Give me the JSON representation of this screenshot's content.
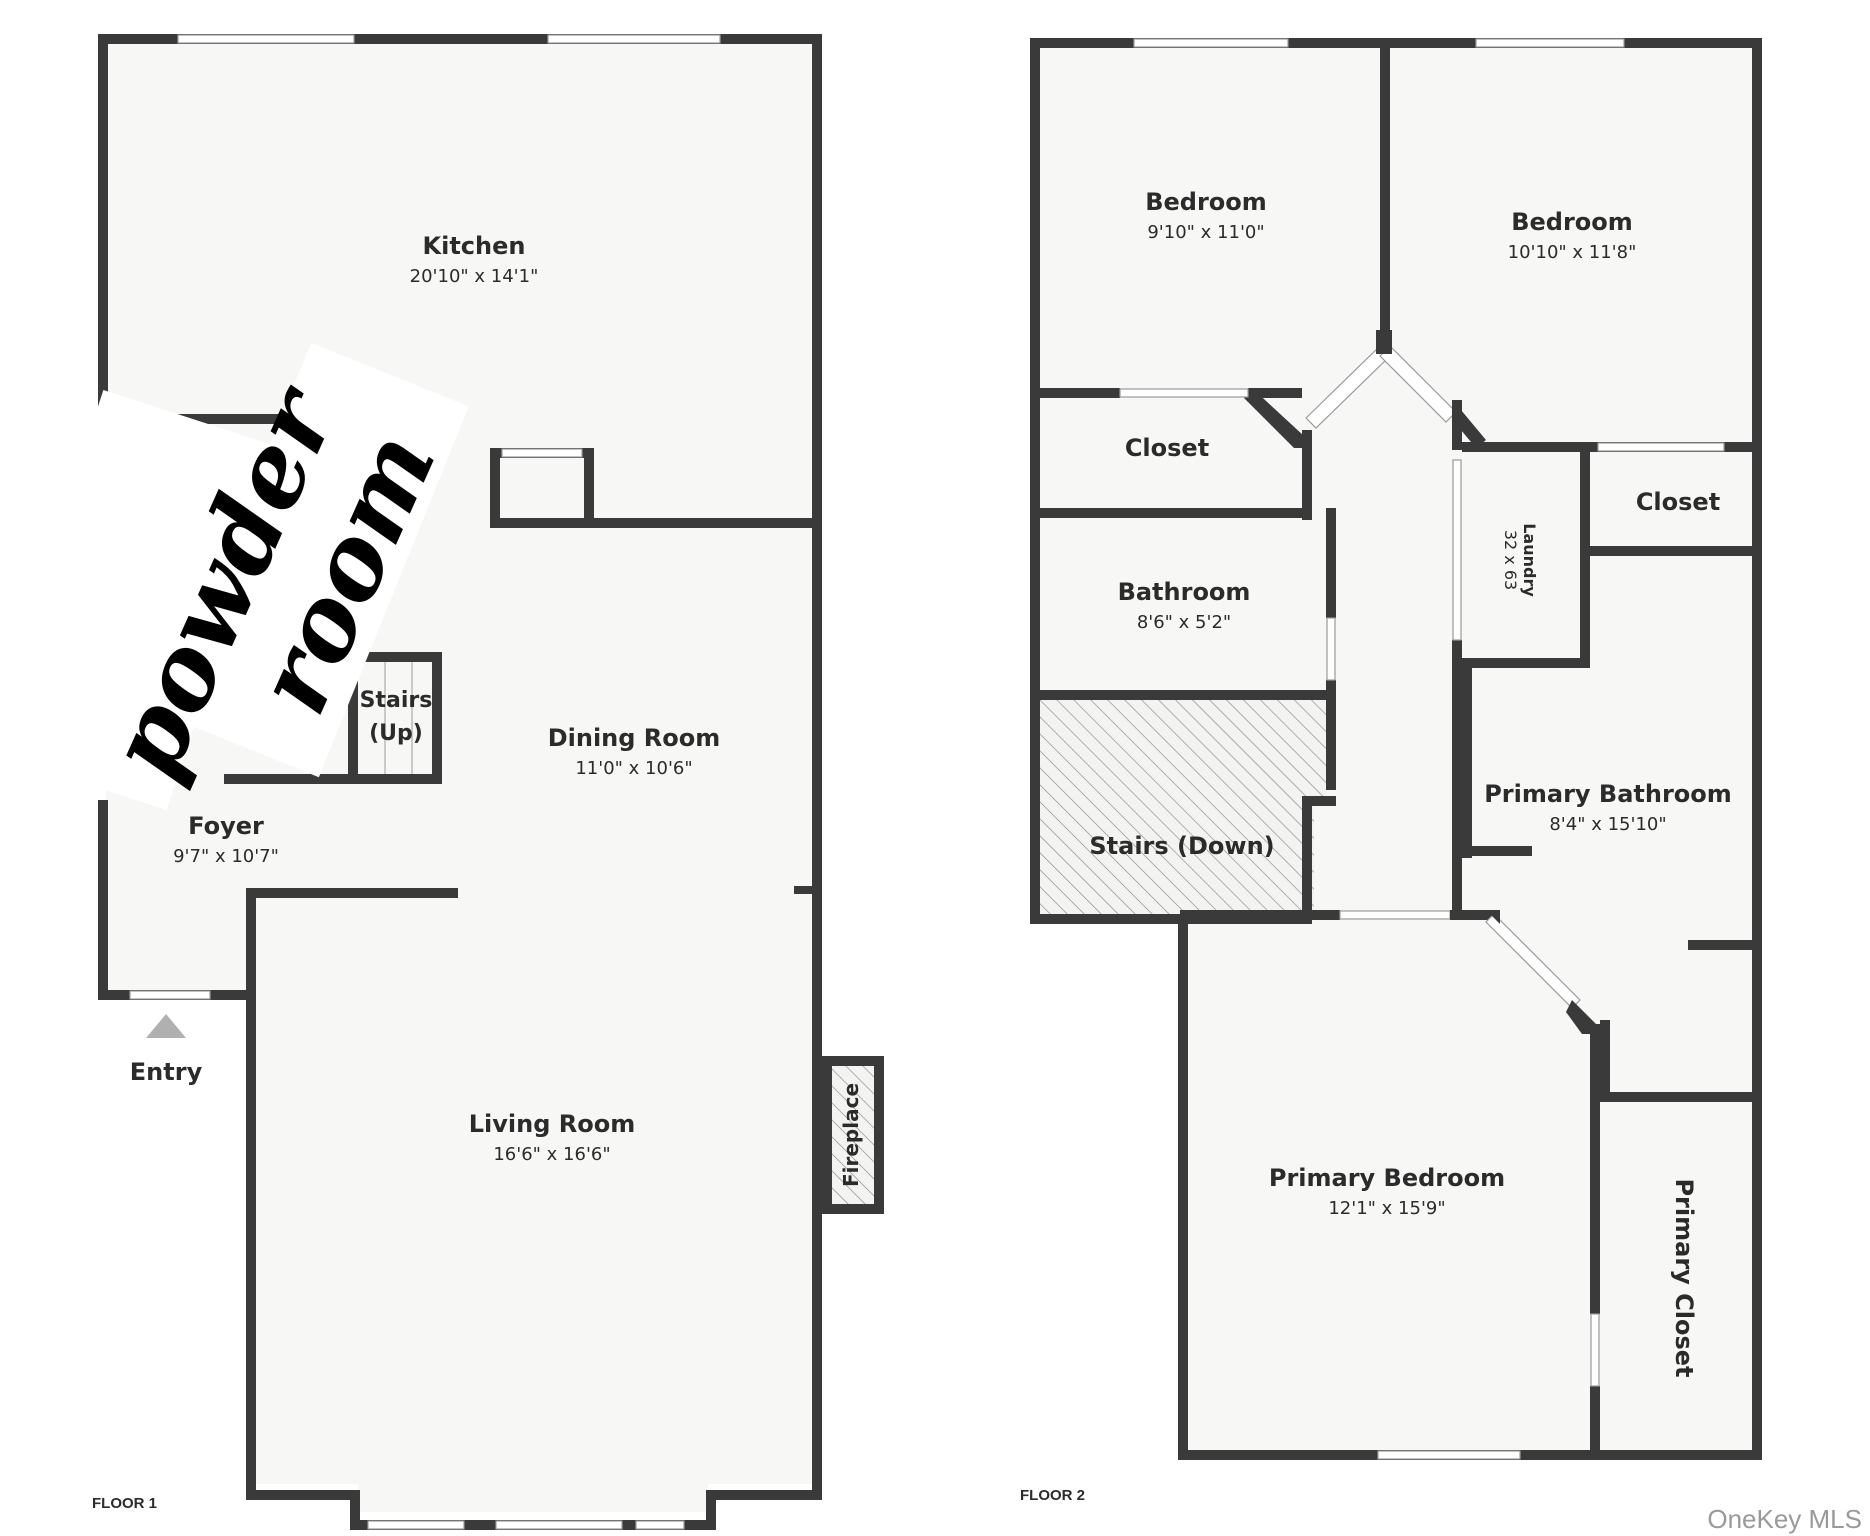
{
  "floor1": {
    "label": "FLOOR 1",
    "rooms": [
      {
        "name": "Kitchen",
        "dims": "20'10\" x 14'1\""
      },
      {
        "name": "Dining Room",
        "dims": "11'0\" x 10'6\""
      },
      {
        "name": "Foyer",
        "dims": "9'7\" x 10'7\""
      },
      {
        "name": "Living Room",
        "dims": "16'6\" x 16'6\""
      }
    ],
    "stairs": {
      "line1": "Stairs",
      "line2": "(Up)"
    },
    "fireplace": "Fireplace",
    "entry": "Entry",
    "annotation": {
      "word1": "powder",
      "word2": "room"
    }
  },
  "floor2": {
    "label": "FLOOR 2",
    "rooms": [
      {
        "name": "Bedroom",
        "dims": "9'10\" x 11'0\""
      },
      {
        "name": "Bedroom",
        "dims": "10'10\" x 11'8\""
      },
      {
        "name": "Closet",
        "dims": ""
      },
      {
        "name": "Closet",
        "dims": ""
      },
      {
        "name": "Bathroom",
        "dims": "8'6\" x 5'2\""
      },
      {
        "name": "Laundry",
        "dims": "32 x 63"
      },
      {
        "name": "Primary Bathroom",
        "dims": "8'4\" x 15'10\""
      },
      {
        "name": "Stairs (Down)",
        "dims": ""
      },
      {
        "name": "Primary Bedroom",
        "dims": "12'1\" x 15'9\""
      },
      {
        "name": "Primary Closet",
        "dims": ""
      }
    ]
  },
  "watermark": "OneKey MLS",
  "colors": {
    "wall": "#3a3a3a",
    "floor": "#f7f7f6",
    "entry_arrow": "#b0b0b0"
  }
}
